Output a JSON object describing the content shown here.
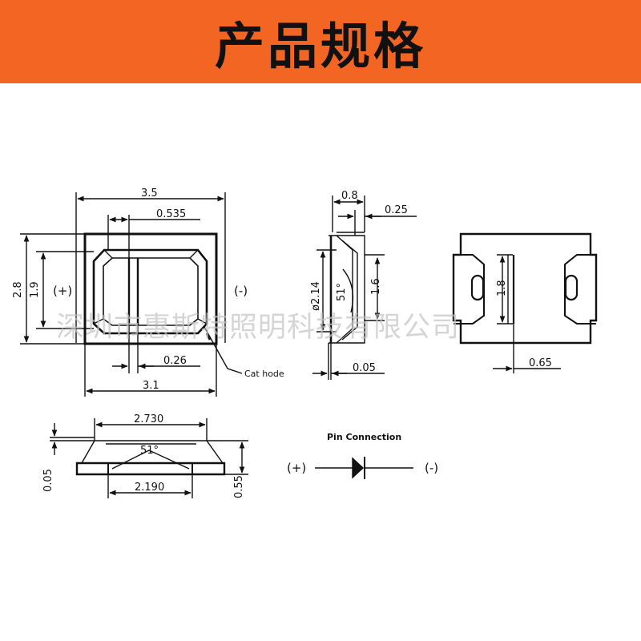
{
  "header": {
    "title": "产品规格",
    "background": "#f26522"
  },
  "watermark": "深圳市惠斯特照明科技有限公司",
  "top_view": {
    "dim_total_width": "3.5",
    "dim_lead_width": "0.535",
    "dim_height": "2.8",
    "dim_inner_height": "1.9",
    "dim_gap": "0.26",
    "dim_body_width": "3.1",
    "label_plus": "(+)",
    "label_minus": "(-)",
    "cathode_label": "Cat hode"
  },
  "side_view": {
    "dim_depth": "0.8",
    "dim_lens_offset": "0.25",
    "dim_diameter": "ø2.14",
    "dim_angle": "51°",
    "dim_lens_height": "1.6",
    "dim_bottom": "0.05"
  },
  "bottom_view": {
    "dim_pad_height": "1.8",
    "dim_pad_width": "0.65"
  },
  "front_view": {
    "dim_top_width": "2.730",
    "dim_angle": "51°",
    "dim_bottom_width": "2.190",
    "dim_left_height": "0.05",
    "dim_right_height": "0.55"
  },
  "pin_connection": {
    "title": "Pin Connection",
    "plus": "(+)",
    "minus": "(-)"
  }
}
